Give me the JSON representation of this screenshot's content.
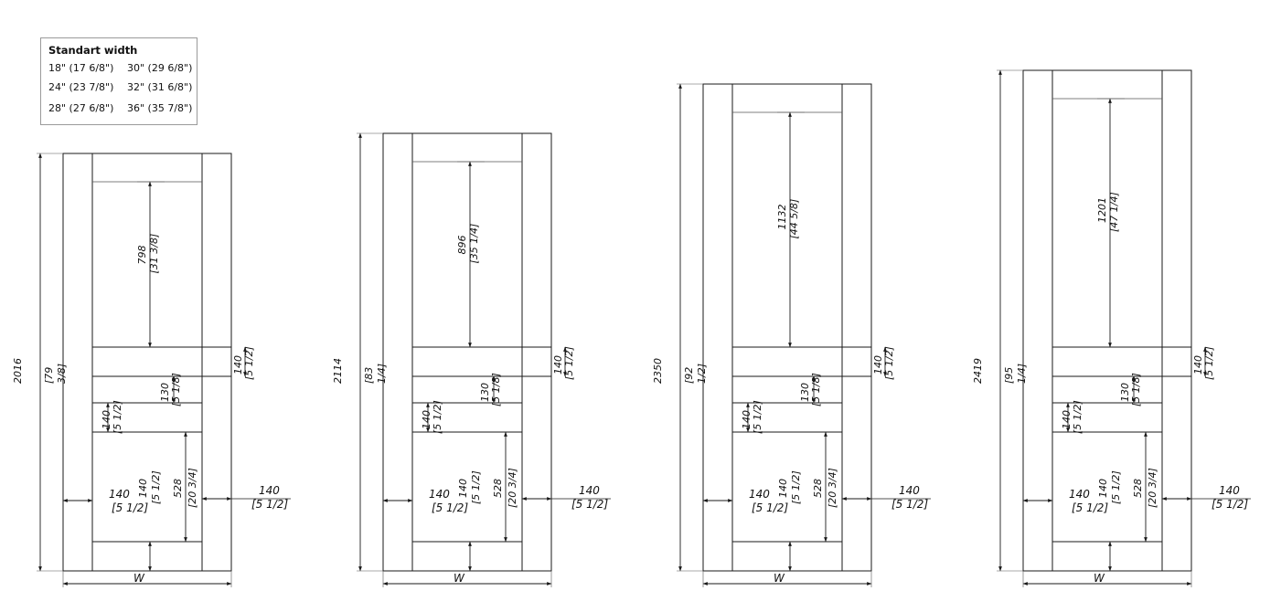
{
  "legend": {
    "title": "Standart width",
    "widths": [
      "18\" (17 6/8\")",
      "30\" (29 6/8\")",
      "24\" (23 7/8\")",
      "32\" (31 6/8\")",
      "28\" (27 6/8\")",
      "36\" (35 7/8\")"
    ]
  },
  "common": {
    "width_label": "W",
    "rail": [
      "140",
      "[5 1/2]"
    ],
    "gap": [
      "130",
      "[5 1/8]"
    ],
    "lower": [
      "528",
      "[20 3/4]"
    ]
  },
  "cabinets": [
    {
      "height": [
        "2016",
        "[79",
        "3/8]"
      ],
      "upper": [
        "798",
        "[31 3/8]"
      ]
    },
    {
      "height": [
        "2114",
        "[83",
        "1/4]"
      ],
      "upper": [
        "896",
        "[35 1/4]"
      ]
    },
    {
      "height": [
        "2350",
        "[92",
        "1/2]"
      ],
      "upper": [
        "1132",
        "[44 5/8]"
      ]
    },
    {
      "height": [
        "2419",
        "[95",
        "1/4]"
      ],
      "upper": [
        "1201",
        "[47 1/4]"
      ]
    }
  ],
  "colors": {
    "line": "#1a1a1a",
    "thin": "#555555"
  }
}
